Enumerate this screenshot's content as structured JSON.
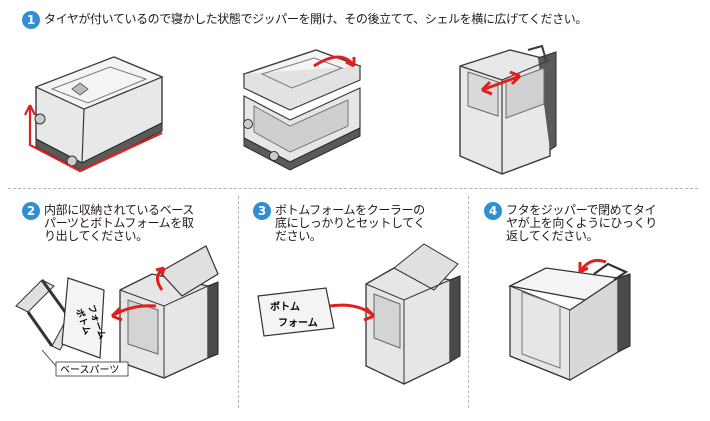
{
  "accent_color": "#2f8fd6",
  "arrow_color": "#e02020",
  "steps": [
    {
      "number": "1",
      "text": "タイヤが付いているので寝かした状態でジッパーを開け、その後立てて、シェルを横に広げてください。"
    },
    {
      "number": "2",
      "text": "内部に収納されているベース\nパーツとボトムフォームを取\nり出してください。"
    },
    {
      "number": "3",
      "text": "ボトムフォームをクーラーの\n底にしっかりとセットしてく\nださい。"
    },
    {
      "number": "4",
      "text": "フタをジッパーで閉めてタイ\nヤが上を向くようにひっくり\n返してください。"
    }
  ],
  "labels": {
    "base_parts": "ベースパーツ",
    "bottom_form_line1": "ボトム",
    "bottom_form_line2": "フォーム"
  }
}
